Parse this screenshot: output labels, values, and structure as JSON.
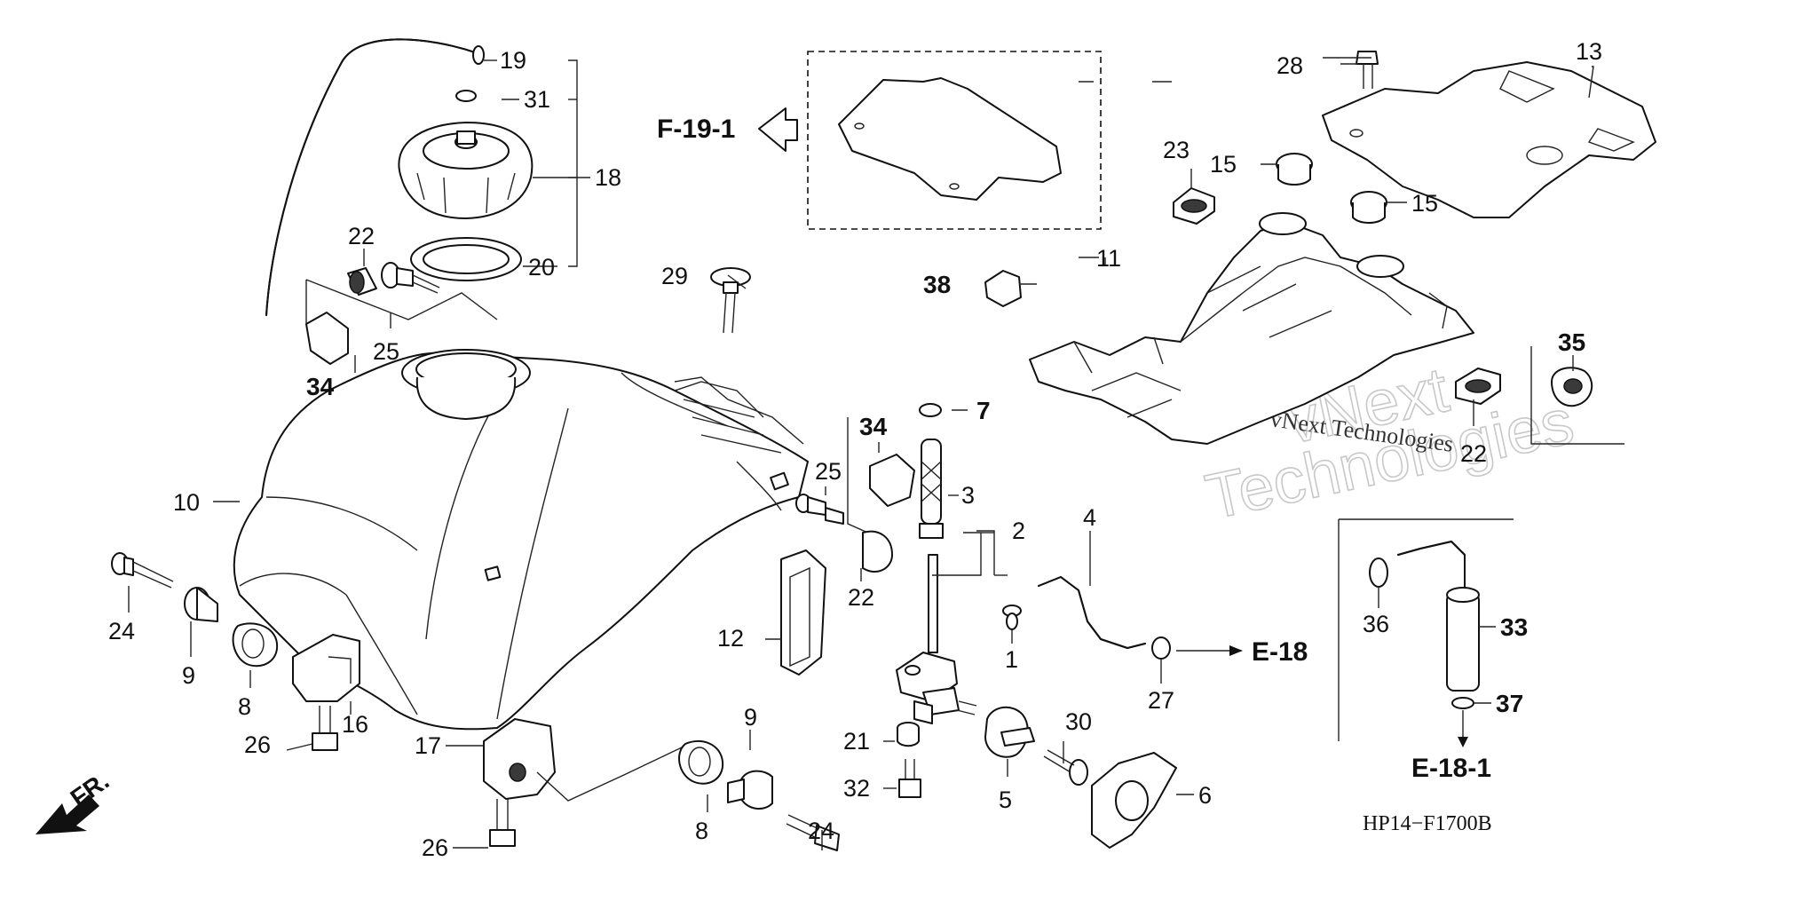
{
  "diagram": {
    "code": "HP14−F1700B",
    "front_label": "FR.",
    "refs": {
      "f19": "F-19-1",
      "e18": "E-18",
      "e181": "E-18-1"
    },
    "watermark": {
      "line1": "vNext",
      "line2": "Technologies",
      "small": "vNext Technologies"
    },
    "callouts": [
      {
        "id": "p1",
        "label": "1"
      },
      {
        "id": "p2",
        "label": "2"
      },
      {
        "id": "p3",
        "label": "3"
      },
      {
        "id": "p4",
        "label": "4"
      },
      {
        "id": "p5",
        "label": "5"
      },
      {
        "id": "p6",
        "label": "6"
      },
      {
        "id": "p7",
        "label": "7"
      },
      {
        "id": "p8a",
        "label": "8"
      },
      {
        "id": "p8b",
        "label": "8"
      },
      {
        "id": "p9a",
        "label": "9"
      },
      {
        "id": "p9b",
        "label": "9"
      },
      {
        "id": "p10",
        "label": "10"
      },
      {
        "id": "p11",
        "label": "11"
      },
      {
        "id": "p12",
        "label": "12"
      },
      {
        "id": "p13",
        "label": "13"
      },
      {
        "id": "p15a",
        "label": "15"
      },
      {
        "id": "p15b",
        "label": "15"
      },
      {
        "id": "p16",
        "label": "16"
      },
      {
        "id": "p17",
        "label": "17"
      },
      {
        "id": "p18",
        "label": "18"
      },
      {
        "id": "p19",
        "label": "19"
      },
      {
        "id": "p20",
        "label": "20"
      },
      {
        "id": "p21",
        "label": "21"
      },
      {
        "id": "p22a",
        "label": "22"
      },
      {
        "id": "p22b",
        "label": "22"
      },
      {
        "id": "p22c",
        "label": "22"
      },
      {
        "id": "p23",
        "label": "23"
      },
      {
        "id": "p24a",
        "label": "24"
      },
      {
        "id": "p24b",
        "label": "24"
      },
      {
        "id": "p25a",
        "label": "25"
      },
      {
        "id": "p25b",
        "label": "25"
      },
      {
        "id": "p26a",
        "label": "26"
      },
      {
        "id": "p26b",
        "label": "26"
      },
      {
        "id": "p27",
        "label": "27"
      },
      {
        "id": "p28",
        "label": "28"
      },
      {
        "id": "p29",
        "label": "29"
      },
      {
        "id": "p30",
        "label": "30"
      },
      {
        "id": "p31",
        "label": "31"
      },
      {
        "id": "p32",
        "label": "32"
      },
      {
        "id": "p33",
        "label": "33"
      },
      {
        "id": "p34a",
        "label": "34"
      },
      {
        "id": "p34b",
        "label": "34"
      },
      {
        "id": "p35",
        "label": "35"
      },
      {
        "id": "p36",
        "label": "36"
      },
      {
        "id": "p37",
        "label": "37"
      },
      {
        "id": "p38",
        "label": "38"
      }
    ]
  }
}
